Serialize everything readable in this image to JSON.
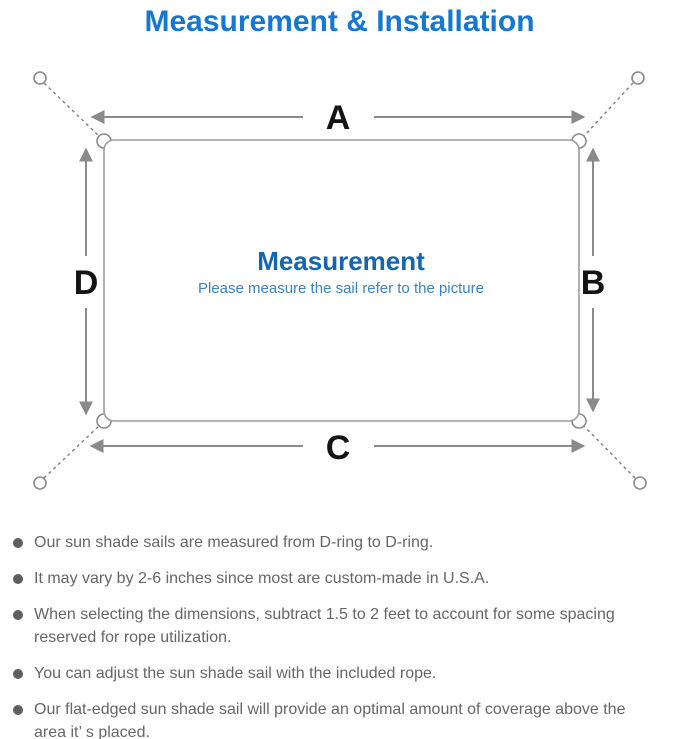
{
  "title": "Measurement & Installation",
  "colors": {
    "title_blue": "#1477d2",
    "center_blue": "#1366b1",
    "subtitle_blue": "#3c82c4",
    "line_gray": "#8a8a8a",
    "outline_gray": "#9c9c9c",
    "label_black": "#141414",
    "note_gray": "#666666"
  },
  "diagram": {
    "center_title": "Measurement",
    "center_subtitle": "Please measure the sail refer to the picture",
    "labels": {
      "top": "A",
      "right": "B",
      "bottom": "C",
      "left": "D"
    }
  },
  "notes": {
    "items": [
      "Our sun shade sails are measured from D-ring to D-ring.",
      "It may vary by 2-6 inches since most are custom-made in U.S.A.",
      "When selecting the dimensions, subtract 1.5 to 2 feet to account for some spacing reserved for rope utilization.",
      "You can adjust the sun shade sail with the included rope.",
      "Our flat-edged sun shade sail will provide an optimal amount of coverage above the area it’ s placed."
    ]
  }
}
